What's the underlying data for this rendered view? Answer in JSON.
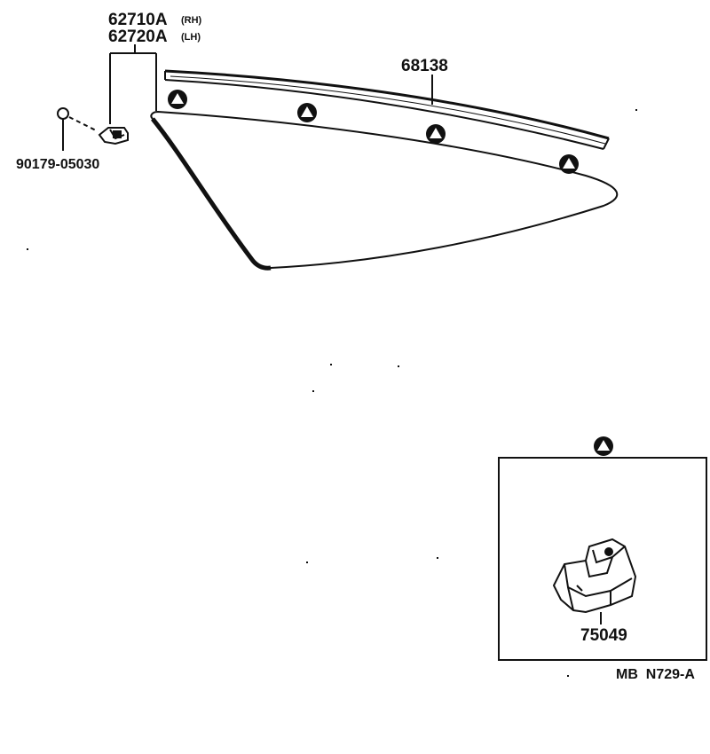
{
  "parts": {
    "bracket_rh": {
      "number": "62710A",
      "side": "(RH)"
    },
    "bracket_lh": {
      "number": "62720A",
      "side": "(LH)"
    },
    "screw": {
      "number": "90179-05030"
    },
    "moulding": {
      "number": "68138"
    },
    "clip": {
      "number": "75049"
    }
  },
  "figure_code": "MB  N729-A",
  "marker_symbol": "clip-reference-triangle",
  "colors": {
    "ink": "#111111",
    "paper": "#ffffff"
  }
}
